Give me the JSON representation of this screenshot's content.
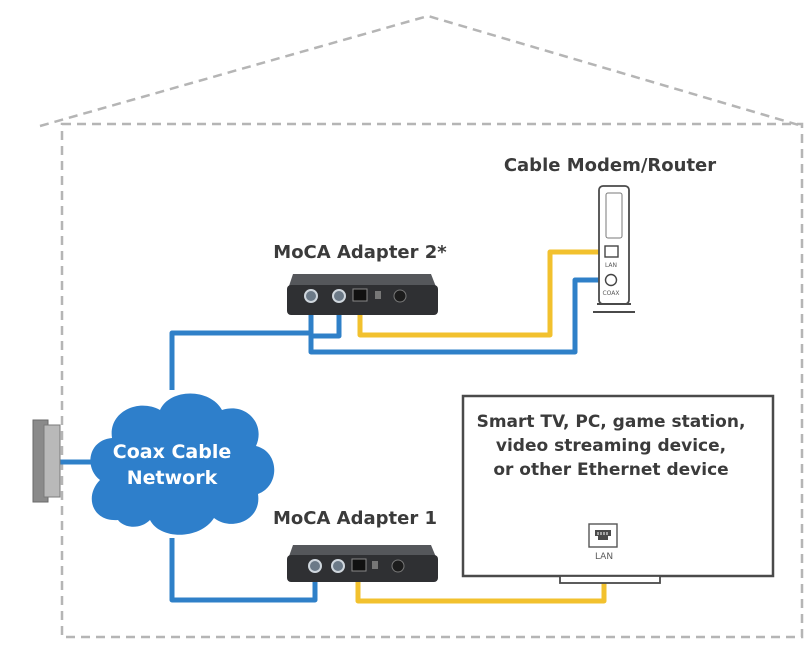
{
  "labels": {
    "modem_router": "Cable Modem/Router",
    "adapter_2": "MoCA Adapter 2*",
    "adapter_1": "MoCA Adapter 1",
    "cloud_line1": "Coax Cable",
    "cloud_line2": "Network",
    "device_line1": "Smart TV, PC, game station,",
    "device_line2": "video streaming device,",
    "device_line3": "or other Ethernet device",
    "tv_lan": "LAN",
    "modem_lan": "LAN",
    "modem_coax": "COAX"
  },
  "colors": {
    "coax_cable": "#2f80c8",
    "ethernet_cable": "#f2c12e",
    "cloud": "#2e7fcb",
    "adapter_body": "#2f3033",
    "house_outline": "#b5b5b5",
    "text": "#3b3b3b"
  },
  "icons": {
    "wall_outlet": "wall-coax-outlet-icon",
    "tv_lan_port": "ethernet-port-icon"
  }
}
